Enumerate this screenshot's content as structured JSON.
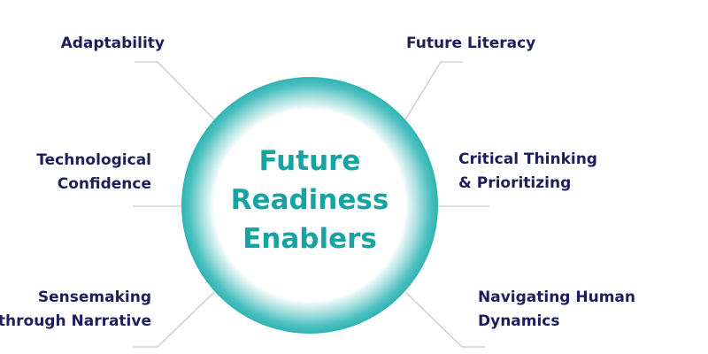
{
  "diagram": {
    "center_lines": [
      "Future",
      "Readiness",
      "Enablers"
    ],
    "enablers": {
      "adaptability": [
        "Adaptability"
      ],
      "future_literacy": [
        "Future Literacy"
      ],
      "technological_confidence": [
        "Technological",
        "Confidence"
      ],
      "critical_thinking": [
        "Critical Thinking",
        "& Prioritizing"
      ],
      "sensemaking": [
        "Sensemaking",
        "through Narrative"
      ],
      "navigating_human": [
        "Navigating Human",
        "Dynamics"
      ]
    },
    "colors": {
      "accent": "#16a3a2",
      "ring": "#2fb3b2",
      "label_text": "#1d1f5c",
      "connector": "#c9c9c9"
    }
  }
}
